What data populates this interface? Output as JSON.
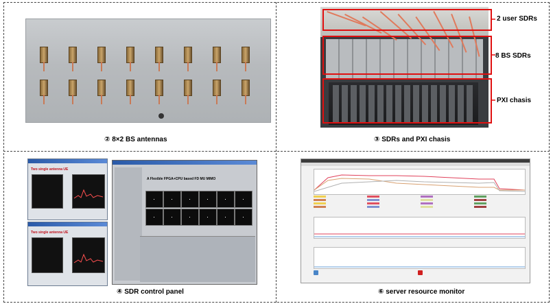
{
  "captions": {
    "antennas": "② 8×2 BS antennas",
    "sdrs": "③ SDRs and PXI chasis",
    "control": "④ SDR control panel",
    "monitor": "⑥ server resource monitor"
  },
  "rack_labels": {
    "user_sdrs": "2 user SDRs",
    "bs_sdrs": "8 BS SDRs",
    "pxi": "PXI chasis"
  },
  "control_panel": {
    "window_title_1": "Two single antenna UE",
    "window_title_2": "Two single antenna UE",
    "main_title": "A Flexible FPGA+CPU based FD MU MIMO"
  },
  "colors": {
    "highlight_red": "#e01010",
    "cable_orange": "#e07a5c",
    "monitor_line_red": "#e0405a",
    "monitor_line_tan": "#d8a070",
    "monitor_line_blue": "#6aa0d8"
  }
}
